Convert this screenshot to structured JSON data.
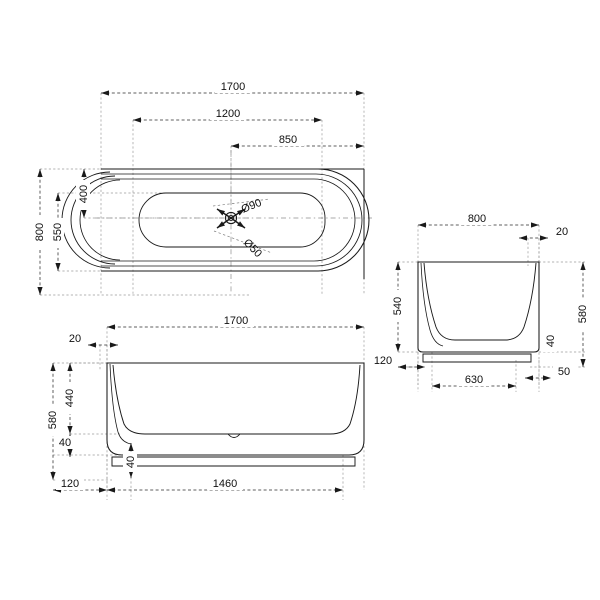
{
  "drawing": {
    "type": "technical-dimension-drawing",
    "subject": "freestanding-oval-bathtub",
    "units": "mm",
    "background_color": "#ffffff",
    "outline_color": "#1a1a1a",
    "dimension_color": "#2b2b2b"
  },
  "views": {
    "plan": {
      "name": "plan-view",
      "dimensions": {
        "overall_width": "1700",
        "inner_width": "1200",
        "offset_width": "850",
        "overall_depth": "800",
        "mid_depth": "550",
        "upper_depth": "400"
      },
      "drain": {
        "outer_label": "Ø90",
        "inner_label": "Ø50"
      }
    },
    "front_elevation": {
      "name": "front-elevation-view",
      "dimensions": {
        "overall_width": "1700",
        "rim_thickness": "20",
        "overall_height": "580",
        "inner_height": "440",
        "base_height": "40",
        "plinth_offset": "120",
        "plinth_step": "40",
        "plinth_width": "1460"
      }
    },
    "side_elevation": {
      "name": "side-elevation-view",
      "dimensions": {
        "overall_width": "800",
        "rim_thickness": "20",
        "inner_height": "540",
        "overall_height": "580",
        "base_height": "40",
        "plinth_offset": "120",
        "plinth_width": "630",
        "plinth_end": "50"
      }
    }
  },
  "labels": {
    "plan_1700": "1700",
    "plan_1200": "1200",
    "plan_850": "850",
    "plan_800": "800",
    "plan_550": "550",
    "plan_400": "400",
    "drain_90": "Ø90",
    "drain_50": "Ø50",
    "front_1700": "1700",
    "front_20": "20",
    "front_580": "580",
    "front_440": "440",
    "front_40a": "40",
    "front_120": "120",
    "front_40b": "40",
    "front_1460": "1460",
    "side_800": "800",
    "side_20": "20",
    "side_540": "540",
    "side_580": "580",
    "side_40": "40",
    "side_120": "120",
    "side_630": "630",
    "side_50": "50"
  }
}
